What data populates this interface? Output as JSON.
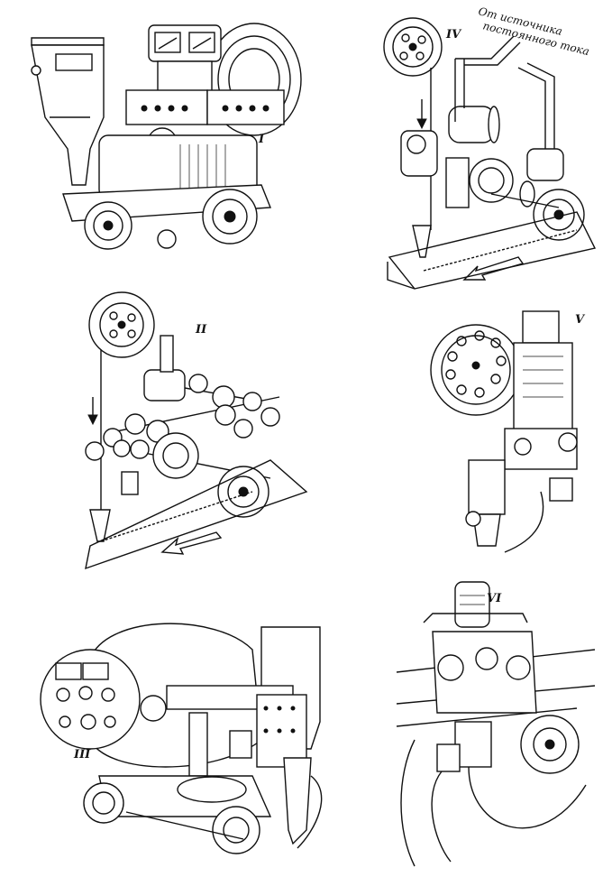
{
  "labels": {
    "panel1": "I",
    "panel2": "II",
    "panel3": "III",
    "panel4": "IV",
    "panel5": "V",
    "panel6": "VI"
  },
  "annotation": {
    "line1": "От источника",
    "line2": "постоянного тока"
  }
}
